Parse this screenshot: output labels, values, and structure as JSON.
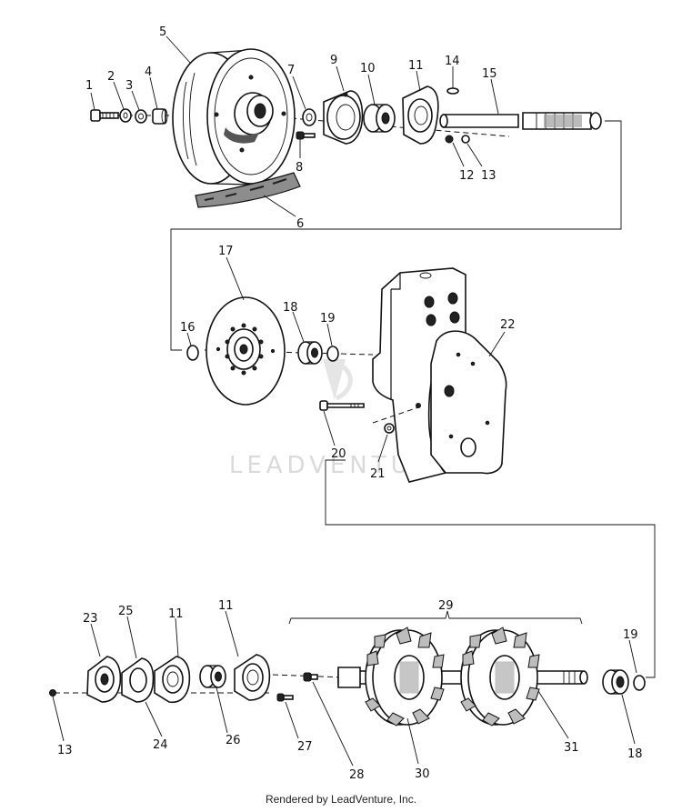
{
  "callouts": [
    "1",
    "2",
    "3",
    "4",
    "5",
    "6",
    "7",
    "8",
    "9",
    "10",
    "11",
    "12",
    "13",
    "14",
    "15",
    "16",
    "17",
    "18",
    "19",
    "20",
    "21",
    "22",
    "23",
    "24",
    "25",
    "11",
    "26",
    "11",
    "27",
    "28",
    "29",
    "30",
    "31",
    "19",
    "18",
    "13"
  ],
  "watermark": "LEADVENTURE",
  "footer": "Rendered by LeadVenture, Inc."
}
